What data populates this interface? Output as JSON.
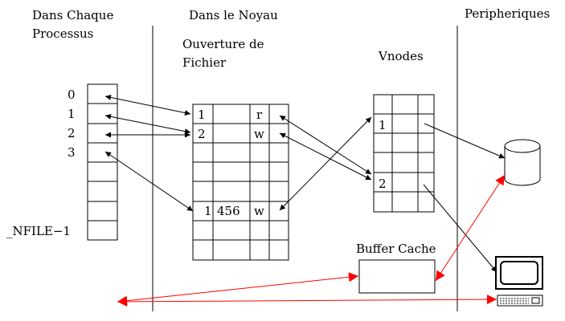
{
  "headers": {
    "process": [
      "Dans Chaque",
      "Processus"
    ],
    "kernel": "Dans le Noyau",
    "devices": "Peripheriques"
  },
  "file_table": {
    "title": [
      "Ouverture de",
      "Fichier"
    ],
    "rows": [
      {
        "index": "1",
        "offset": "",
        "mode": "r"
      },
      {
        "index": "2",
        "offset": "",
        "mode": "w"
      },
      {
        "index": "1",
        "offset": "456",
        "mode": "w"
      }
    ]
  },
  "fd_table": {
    "labels": [
      "0",
      "1",
      "2",
      "3",
      "_NFILE−1"
    ]
  },
  "vnodes": {
    "title": "Vnodes",
    "labels": [
      "1",
      "2"
    ]
  },
  "buffer_cache": {
    "label": "Buffer Cache"
  },
  "colors": {
    "line": "#000000",
    "red_arrow": "#ff0000"
  },
  "icons": [
    "disk-icon",
    "monitor-icon",
    "keyboard-icon"
  ]
}
